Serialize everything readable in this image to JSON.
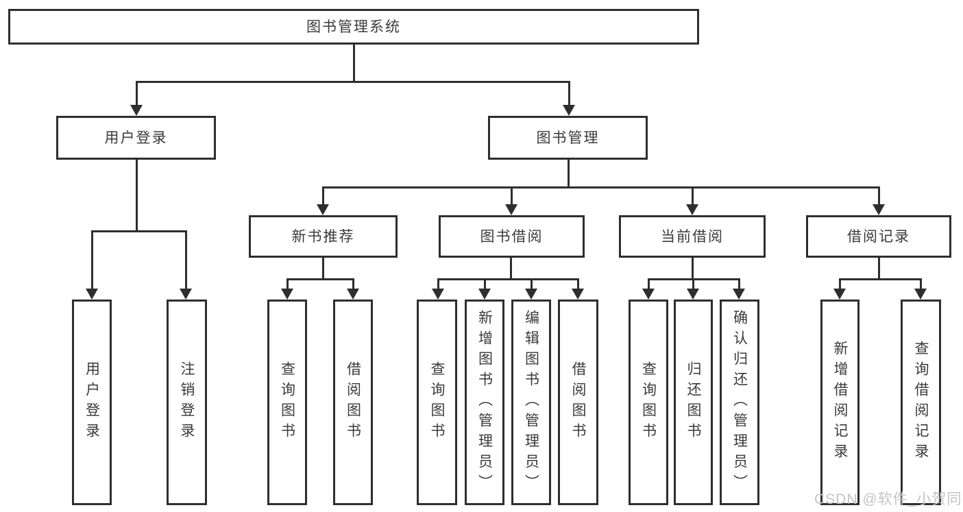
{
  "colors": {
    "line": "#2e2e2e",
    "text": "#3a3a3a",
    "node_bg": "#ffffff",
    "watermark": "#c4c4c4"
  },
  "watermark": {
    "text": "CSDN @软件_小贺同学"
  },
  "tree": {
    "root": {
      "label": "图书管理系统",
      "children": [
        {
          "label": "用户登录",
          "children": [
            {
              "label": "用户登录"
            },
            {
              "label": "注销登录"
            }
          ]
        },
        {
          "label": "图书管理",
          "children": [
            {
              "label": "新书推荐",
              "children": [
                {
                  "label": "查询图书"
                },
                {
                  "label": "借阅图书"
                }
              ]
            },
            {
              "label": "图书借阅",
              "children": [
                {
                  "label": "查询图书"
                },
                {
                  "label": "新增图书（管理员）"
                },
                {
                  "label": "编辑图书（管理员）"
                },
                {
                  "label": "借阅图书"
                }
              ]
            },
            {
              "label": "当前借阅",
              "children": [
                {
                  "label": "查询图书"
                },
                {
                  "label": "归还图书"
                },
                {
                  "label": "确认归还（管理员）"
                }
              ]
            },
            {
              "label": "借阅记录",
              "children": [
                {
                  "label": "新增借阅记录"
                },
                {
                  "label": "查询借阅记录"
                }
              ]
            }
          ]
        }
      ]
    }
  }
}
